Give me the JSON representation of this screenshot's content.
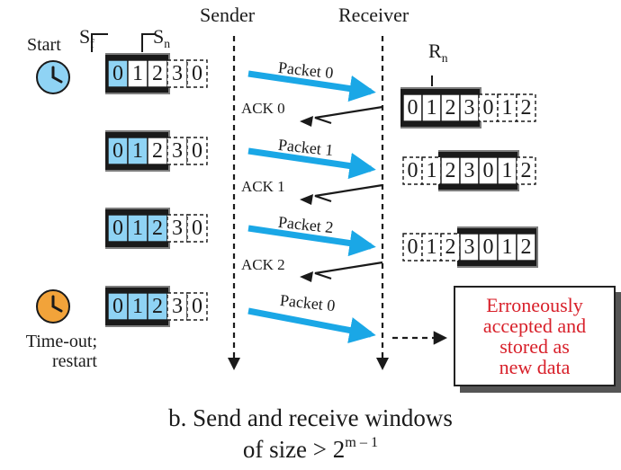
{
  "headers": {
    "sender": "Sender",
    "receiver": "Receiver"
  },
  "labels": {
    "sf_main": "S",
    "sf_sub": "f",
    "sn_main": "S",
    "sn_sub": "n",
    "rn_main": "R",
    "rn_sub": "n",
    "start": "Start",
    "timeout_line1": "Time-out;",
    "timeout_line2": "restart"
  },
  "window_seq": [
    "0",
    "1",
    "2",
    "3",
    "0"
  ],
  "receiver_seq": [
    "0",
    "1",
    "2",
    "3",
    "0",
    "1",
    "2"
  ],
  "rows": [
    {
      "packet": "Packet 0",
      "ack": "ACK 0",
      "sender_shaded": 1,
      "receiver_window_start": 0
    },
    {
      "packet": "Packet 1",
      "ack": "ACK 1",
      "sender_shaded": 2,
      "receiver_window_start": 2
    },
    {
      "packet": "Packet 2",
      "ack": "ACK 2",
      "sender_shaded": 3,
      "receiver_window_start": 3
    },
    {
      "packet": "Packet 0",
      "ack": "",
      "sender_shaded": 3,
      "receiver_window_start": null
    }
  ],
  "error_box": {
    "lines": [
      "Erroneously",
      "accepted and",
      "stored as",
      "new data"
    ]
  },
  "caption": {
    "line1": "b. Send and receive windows",
    "line2_prefix": "of size > 2",
    "line2_sup": "m – 1"
  },
  "colors": {
    "packet_arrow": "#1aa7e6",
    "cell_shaded": "#8fd3f4",
    "clock_start": "#8fd3f4",
    "clock_timeout": "#f2a33a",
    "error_text": "#d8202a",
    "frame": "#1a1a1a"
  },
  "icons": {
    "start": "clock-icon",
    "timeout": "clock-icon"
  }
}
